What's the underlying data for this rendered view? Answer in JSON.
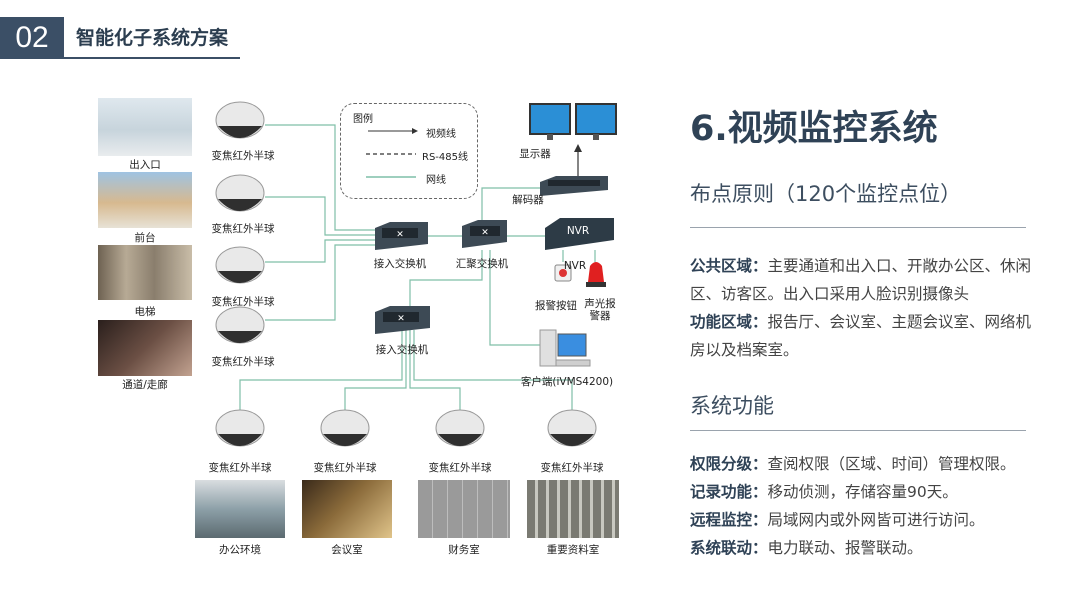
{
  "header": {
    "number": "02",
    "title": "智能化子系统方案"
  },
  "section_title": "6.视频监控系统",
  "layout_principle": {
    "heading": "布点原则（120个监控点位）",
    "items": [
      {
        "label": "公共区域：",
        "text": "主要通道和出入口、开敞办公区、休闲区、访客区。出入口采用人脸识别摄像头"
      },
      {
        "label": "功能区域：",
        "text": "报告厅、会议室、主题会议室、网络机房以及档案室。"
      }
    ]
  },
  "system_functions": {
    "heading": "系统功能",
    "items": [
      {
        "label": "权限分级：",
        "text": "查阅权限（区域、时间）管理权限。"
      },
      {
        "label": "记录功能：",
        "text": "移动侦测，存储容量90天。"
      },
      {
        "label": "远程监控：",
        "text": "局域网内或外网皆可进行访问。"
      },
      {
        "label": "系统联动：",
        "text": "电力联动、报警联动。"
      }
    ]
  },
  "diagram": {
    "legend": {
      "title": "图例",
      "video": "视频线",
      "rs485": "RS-485线",
      "network": "网线"
    },
    "left_photos": [
      "出入口",
      "前台",
      "电梯",
      "通道/走廊"
    ],
    "camera_label": "变焦红外半球",
    "bottom_photos": [
      "办公环境",
      "会议室",
      "财务室",
      "重要资料室"
    ],
    "access_switch": "接入交换机",
    "core_switch": "汇聚交换机",
    "decoder": "解码器",
    "monitor": "显示器",
    "nvr_label": "NVR",
    "nvr_caption": "NVR",
    "alarm_button": "报警按钮",
    "siren": "声光报警器",
    "client": "客户端(iVMS4200)"
  }
}
